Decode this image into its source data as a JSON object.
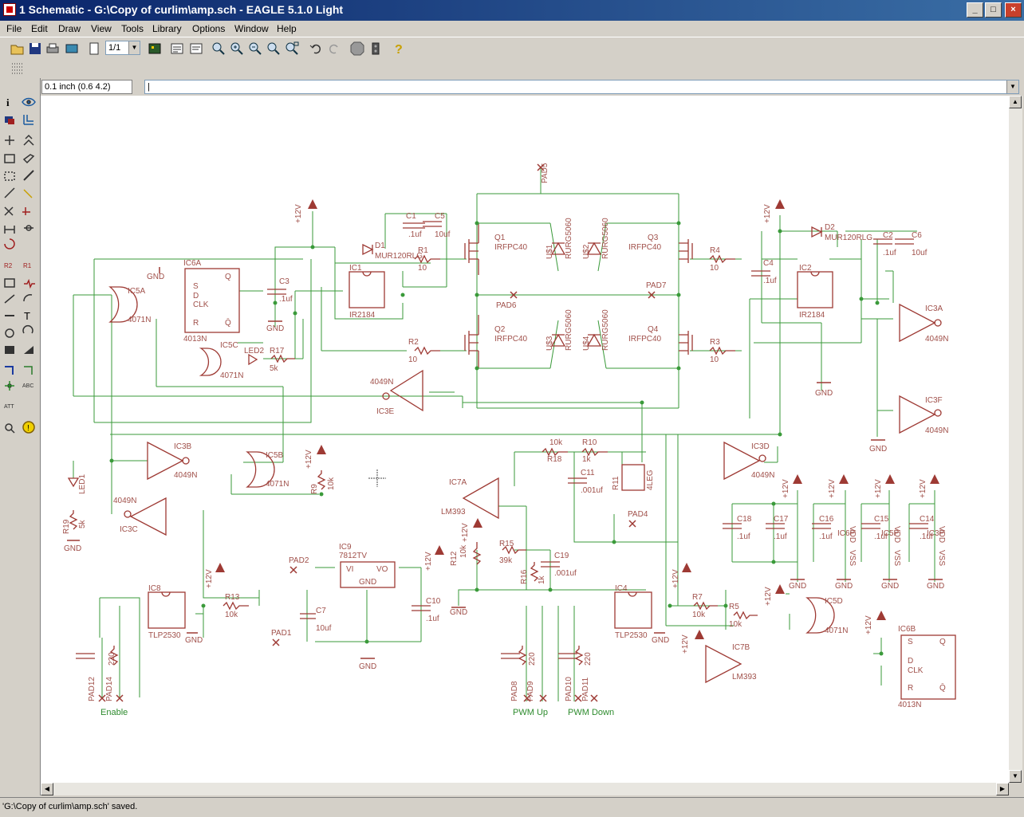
{
  "window": {
    "title": "1 Schematic - G:\\Copy of curlim\\amp.sch - EAGLE 5.1.0 Light",
    "buttons": {
      "minimize": "_",
      "maximize": "□",
      "close": "×"
    }
  },
  "menu": [
    "File",
    "Edit",
    "Draw",
    "View",
    "Tools",
    "Library",
    "Options",
    "Window",
    "Help"
  ],
  "toolbar": {
    "zoom_value": "1/1",
    "icons": [
      "open-icon",
      "save-icon",
      "print-icon",
      "cam-icon",
      "zoom-select",
      "board-icon",
      "script-icon",
      "ulp-icon",
      "zoom-fit-icon",
      "zoom-in-icon",
      "zoom-out-icon",
      "zoom-redraw-icon",
      "zoom-select-icon",
      "undo-icon",
      "redo-icon",
      "stop-icon",
      "go-icon",
      "help-icon"
    ]
  },
  "coordinates": "0.1 inch (0.6 4.2)",
  "command_line": "|",
  "status": "'G:\\Copy of curlim\\amp.sch' saved.",
  "schematic": {
    "parts": [
      {
        "name": "IC6A",
        "value": "4013N"
      },
      {
        "name": "IC5A",
        "value": "4071N"
      },
      {
        "name": "IC5C",
        "value": "4071N"
      },
      {
        "name": "IC1",
        "value": "IR2184"
      },
      {
        "name": "IC2",
        "value": "IR2184"
      },
      {
        "name": "D1",
        "value": "MUR120RLG"
      },
      {
        "name": "D2",
        "value": "MUR120RLG"
      },
      {
        "name": "Q1",
        "value": "IRFPC40"
      },
      {
        "name": "Q2",
        "value": "IRFPC40"
      },
      {
        "name": "Q3",
        "value": "IRFPC40"
      },
      {
        "name": "Q4",
        "value": "IRFPC40"
      },
      {
        "name": "IC3E",
        "value": "4049N"
      },
      {
        "name": "IC3A",
        "value": "4049N"
      },
      {
        "name": "IC3F",
        "value": "4049N"
      },
      {
        "name": "IC3B",
        "value": "4049N"
      },
      {
        "name": "IC3C",
        "value": "4049N"
      },
      {
        "name": "IC3D",
        "value": "4049N"
      },
      {
        "name": "IC5B",
        "value": "4071N"
      },
      {
        "name": "IC5D",
        "value": "4071N"
      },
      {
        "name": "IC7A",
        "value": "LM393"
      },
      {
        "name": "IC7B",
        "value": "LM393"
      },
      {
        "name": "IC9",
        "value": "7812TV"
      },
      {
        "name": "IC8",
        "value": "TLP2530"
      },
      {
        "name": "IC4",
        "value": "TLP2530"
      },
      {
        "name": "IC6B",
        "value": "4013N"
      }
    ],
    "net_labels": [
      "Enable",
      "PWM Up",
      "PWM Down"
    ],
    "labels": {
      "pad5": "PAD5",
      "pad6": "PAD6",
      "pad7": "PAD7",
      "pad4": "PAD4",
      "pad2": "PAD2",
      "pad1": "PAD1",
      "pad12": "PAD12",
      "pad14": "PAD14",
      "pad8": "PAD8",
      "pad9": "PAD9",
      "pad10": "PAD10",
      "pad11": "PAD11",
      "v12": "+12V",
      "gnd": "GND",
      "c1": "C1",
      "c1v": ".1uf",
      "c5": "C5",
      "c5v": "10uf",
      "c2": "C2",
      "c2v": ".1uf",
      "c6": "C6",
      "c6v": "10uf",
      "c3": "C3",
      "c3v": ".1uf",
      "c4": "C4",
      "c4v": ".1uf",
      "c11": "C11",
      "c11v": ".001uf",
      "c19": "C19",
      "c19v": ".001uf",
      "c7": "C7",
      "c7v": "10uf",
      "c10": "C10",
      "c10v": ".1uf",
      "c18": "C18",
      "c17": "C17",
      "c16": "C16",
      "c15": "C15",
      "c14": "C14",
      "r1": "R1",
      "r2": "R2",
      "r3": "R3",
      "r4": "R4",
      "r10v": "10",
      "r5": "R5",
      "r7": "R7",
      "r13": "R13",
      "r17": "R17",
      "r18": "R18",
      "r10": "R10",
      "r11": "R11",
      "r12": "R12",
      "r15": "R15",
      "r16": "R16",
      "r9": "R9",
      "r19": "R19",
      "v10k": "10k",
      "v1k": "1k",
      "v5k": "5k",
      "v39k": "39k",
      "v220": "220",
      "u1": "U$1",
      "u2": "U$2",
      "u3": "U$3",
      "u4": "U$4",
      "rurg": "RURG5060",
      "led1": "LED1",
      "led2": "LED2",
      "fourleg": "4LEG",
      "vi": "VI",
      "vo": "VO",
      "clk": "CLK",
      "s": "S",
      "r": "R",
      "d": "D",
      "q": "Q",
      "qb": "Q̄",
      "ic6p": "IC6P",
      "ic5p": "IC5P",
      "ic3p": "IC3P",
      "vdd": "VDD",
      "vss": "VSS"
    }
  },
  "colors": {
    "wire": "#3a9a3a",
    "symbol": "#9e3a34",
    "titlebar": "#0a246a",
    "canvas": "#ffffff"
  }
}
